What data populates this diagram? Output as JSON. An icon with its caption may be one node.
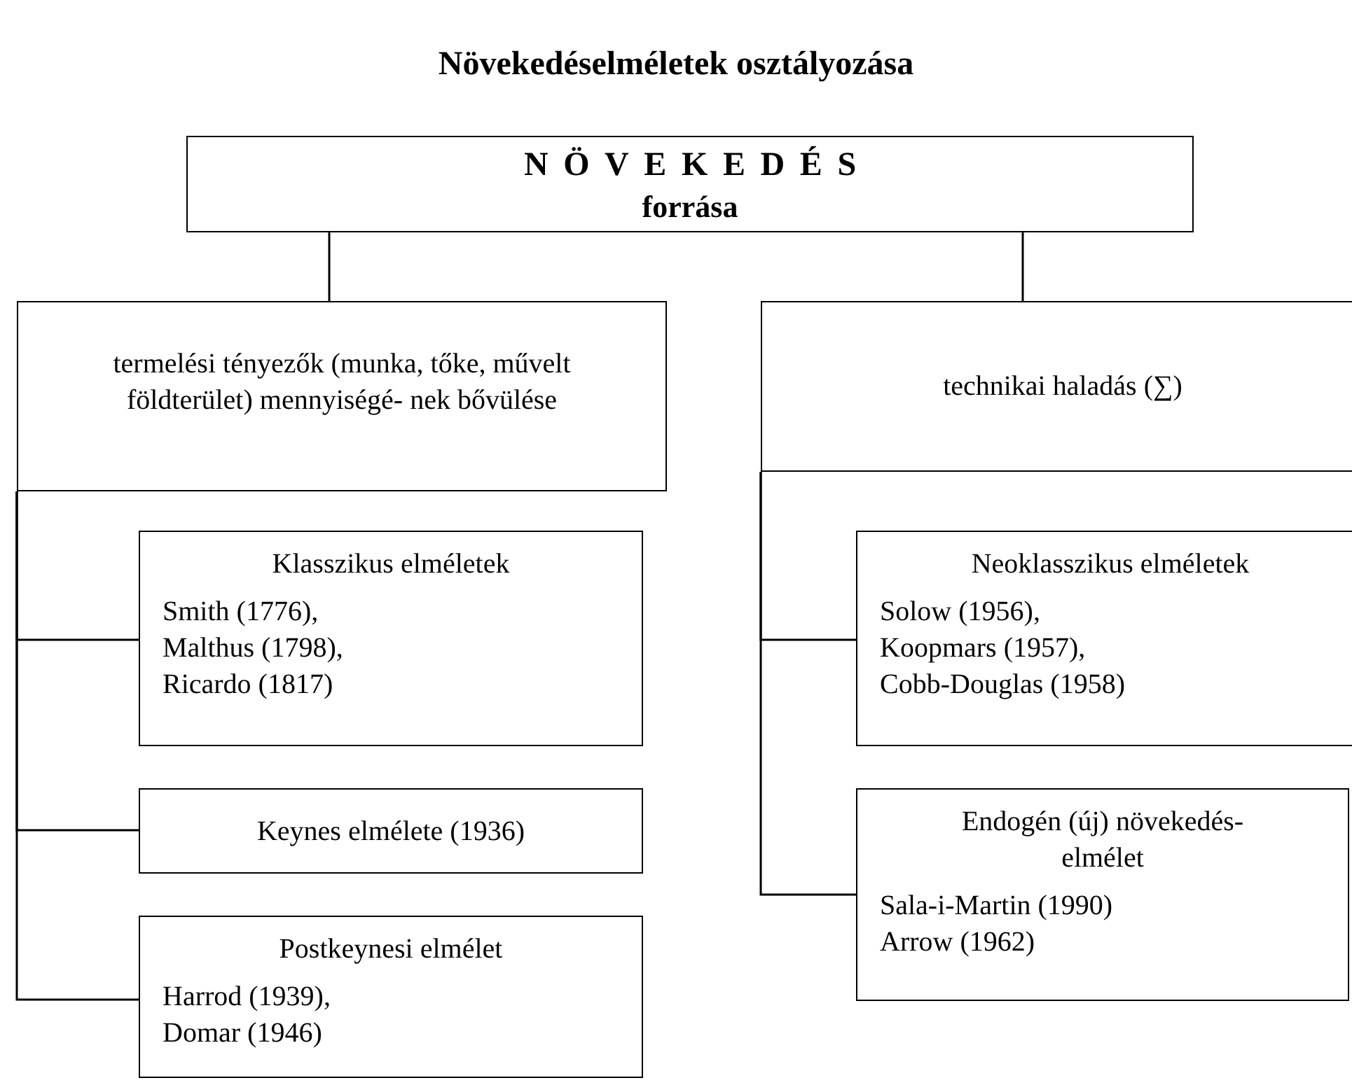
{
  "diagram": {
    "title": "Növekedéselméletek osztályozása",
    "nodes": [
      {
        "text": [
          "NÖVEKEDÉS",
          "forrása"
        ]
      },
      {
        "text": [
          "termelési tényezők (munka, tőke, művelt földterület)  mennyiségé- nek bővülése"
        ]
      },
      {
        "text": [
          "technikai haladás (∑)"
        ]
      },
      {
        "text": [
          "Klasszikus elméletek",
          "Smith (1776),",
          "Malthus (1798),",
          "Ricardo (1817)"
        ]
      },
      {
        "text": [
          "Keynes elmélete (1936)"
        ]
      },
      {
        "text": [
          "Postkeynesi elmélet",
          "Harrod (1939),",
          "Domar (1946)"
        ]
      },
      {
        "text": [
          "Neoklasszikus elméletek",
          "Solow (1956),",
          "Koopmars (1957),",
          "Cobb-Douglas (1958)"
        ]
      },
      {
        "text": [
          "Endogén (új) növekedés-elmélet",
          "Sala-i-Martin (1990)",
          "Arrow (1962)"
        ]
      }
    ],
    "edges": [
      {
        "from": 0,
        "to": 1,
        "arrow": "none"
      },
      {
        "from": 0,
        "to": 2,
        "arrow": "none"
      },
      {
        "from": 1,
        "to": 3,
        "arrow": "none"
      },
      {
        "from": 1,
        "to": 4,
        "arrow": "none"
      },
      {
        "from": 1,
        "to": 5,
        "arrow": "none"
      },
      {
        "from": 2,
        "to": 6,
        "arrow": "none"
      },
      {
        "from": 2,
        "to": 7,
        "arrow": "none"
      }
    ]
  }
}
